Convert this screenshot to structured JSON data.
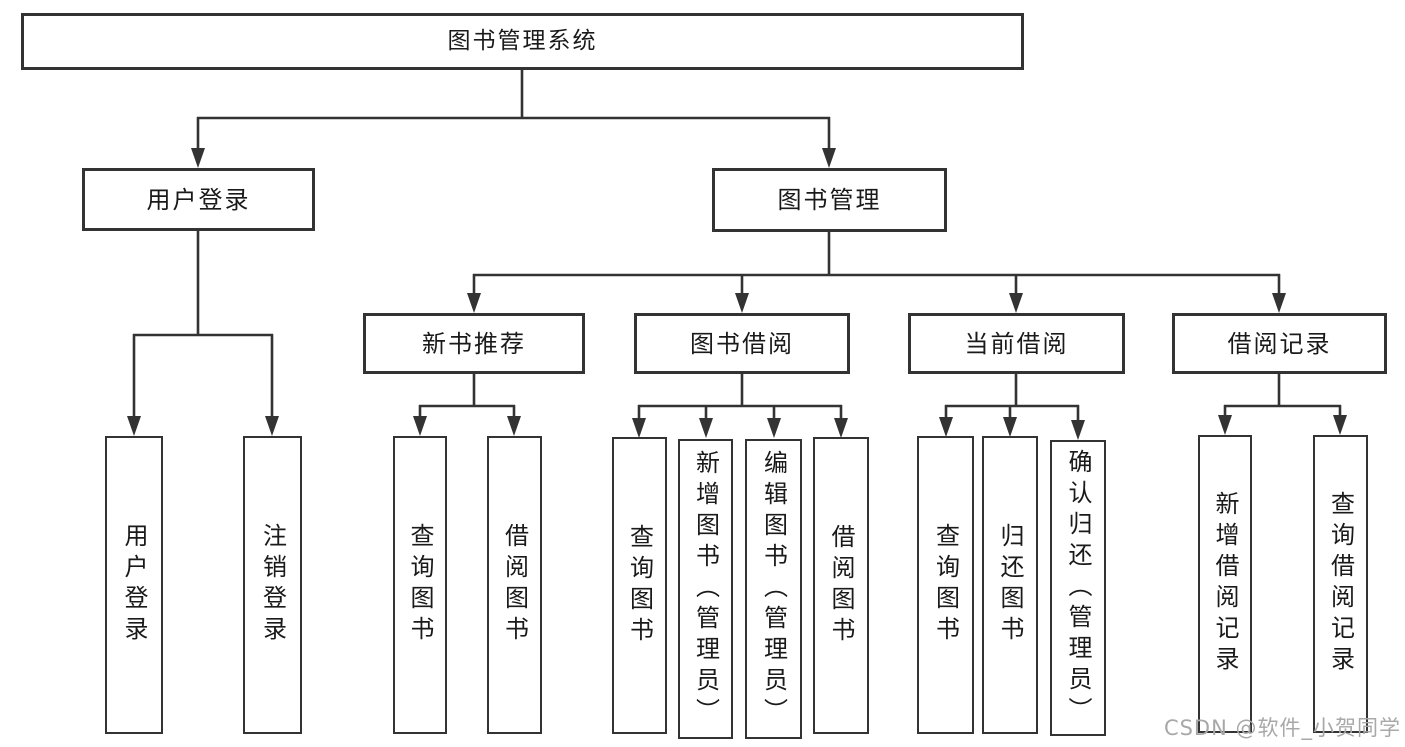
{
  "diagram_type": "hierarchy-tree",
  "colors": {
    "line": "#333333",
    "text": "#1a1a1a",
    "box_background": "#ffffff",
    "watermark": "#a8a8a8"
  },
  "tree": {
    "root": "图书管理系统",
    "login": {
      "label": "用户登录",
      "children": [
        "用户登录",
        "注销登录"
      ]
    },
    "management": {
      "label": "图书管理",
      "sections": [
        {
          "label": "新书推荐",
          "children": [
            "查询图书",
            "借阅图书"
          ]
        },
        {
          "label": "图书借阅",
          "children": [
            "查询图书",
            "新增图书（管理员）",
            "编辑图书（管理员）",
            "借阅图书"
          ]
        },
        {
          "label": "当前借阅",
          "children": [
            "查询图书",
            "归还图书",
            "确认归还（管理员）"
          ]
        },
        {
          "label": "借阅记录",
          "children": [
            "新增借阅记录",
            "查询借阅记录"
          ]
        }
      ]
    }
  },
  "watermark": "CSDN @软件_小贺同学"
}
